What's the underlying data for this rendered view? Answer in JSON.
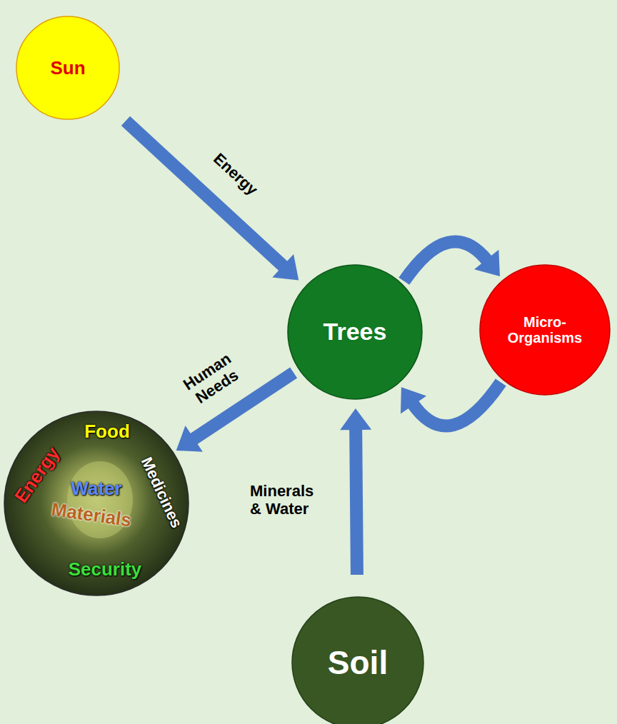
{
  "diagram": {
    "nodes": [
      {
        "text": [
          "Sun"
        ]
      },
      {
        "text": [
          "Trees"
        ]
      },
      {
        "text": [
          "Micro- Organisms"
        ]
      },
      {
        "text": [
          "Food",
          "Energy",
          "Water",
          "Medicines",
          "Materials",
          "Security"
        ]
      },
      {
        "text": [
          "Soil"
        ]
      }
    ],
    "edges": [
      {
        "from": 0,
        "to": 1,
        "label": "Energy",
        "arrow": "to"
      },
      {
        "from": 1,
        "to": 2,
        "arrow": "to"
      },
      {
        "from": 2,
        "to": 1,
        "arrow": "to"
      },
      {
        "from": 1,
        "to": 3,
        "label": "Human Needs",
        "arrow": "to"
      },
      {
        "from": 4,
        "to": 1,
        "label": "Minerals & Water",
        "arrow": "to"
      }
    ]
  }
}
